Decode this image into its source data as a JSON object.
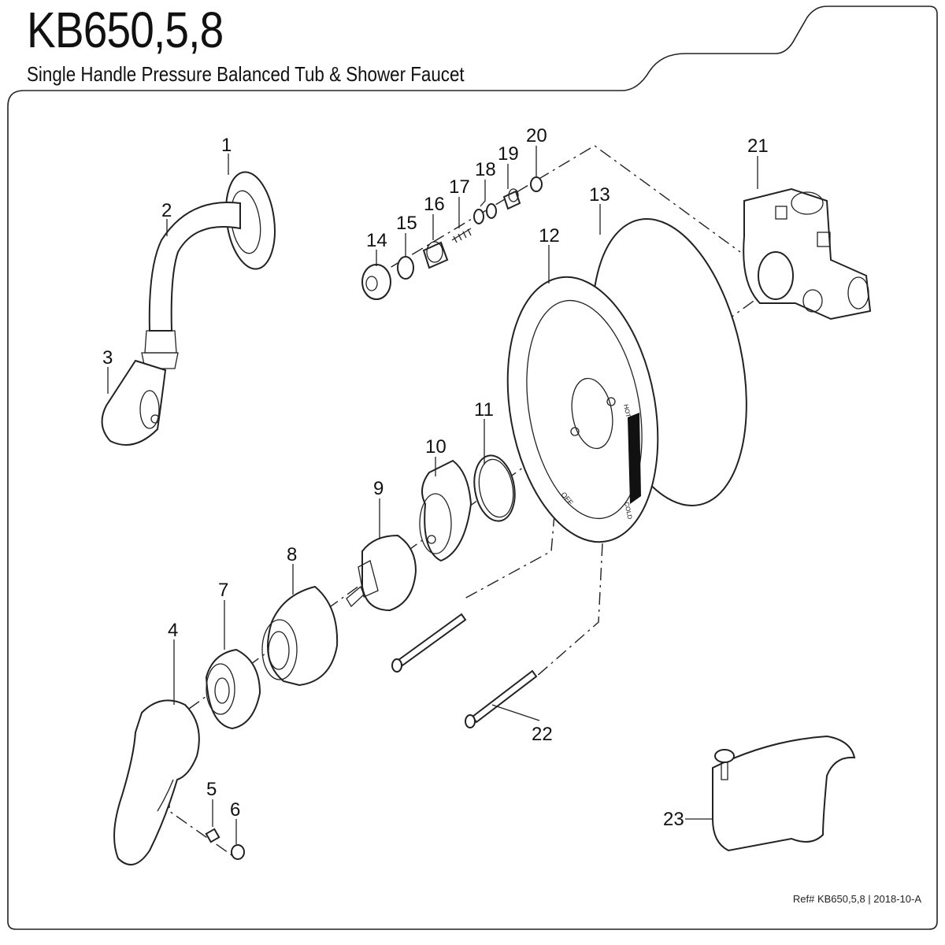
{
  "header": {
    "model": "KB650,5,8",
    "subtitle": "Single Handle Pressure Balanced Tub & Shower Faucet"
  },
  "footer": {
    "ref": "Ref# KB650,5,8 | 2018-10-A"
  },
  "dial_labels": {
    "hot": "HOT",
    "off": "OFF",
    "cold": "COLD"
  },
  "callouts": [
    "1",
    "2",
    "3",
    "4",
    "5",
    "6",
    "7",
    "8",
    "9",
    "10",
    "11",
    "12",
    "13",
    "14",
    "15",
    "16",
    "17",
    "18",
    "19",
    "20",
    "21",
    "22",
    "23"
  ]
}
